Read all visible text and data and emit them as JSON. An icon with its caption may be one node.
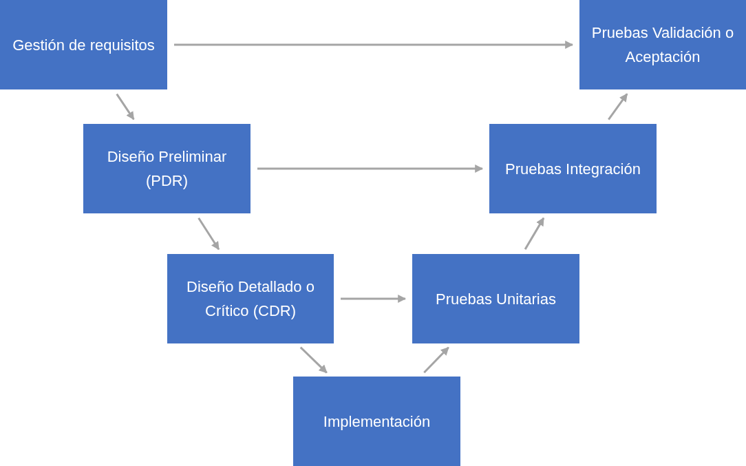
{
  "diagram": {
    "nodes": [
      {
        "text": [
          "Gestión de requisitos"
        ]
      },
      {
        "text": [
          "Pruebas Validación o Aceptación"
        ]
      },
      {
        "text": [
          "Diseño Preliminar (PDR)"
        ]
      },
      {
        "text": [
          "Pruebas Integración"
        ]
      },
      {
        "text": [
          "Diseño Detallado o Crítico (CDR)"
        ]
      },
      {
        "text": [
          "Pruebas Unitarias"
        ]
      },
      {
        "text": [
          "Implementación"
        ]
      }
    ],
    "edges": [
      {
        "from": 0,
        "to": 1,
        "arrow": "to"
      },
      {
        "from": 0,
        "to": 2,
        "arrow": "to"
      },
      {
        "from": 2,
        "to": 3,
        "arrow": "to"
      },
      {
        "from": 2,
        "to": 4,
        "arrow": "to"
      },
      {
        "from": 4,
        "to": 5,
        "arrow": "to"
      },
      {
        "from": 4,
        "to": 6,
        "arrow": "to"
      },
      {
        "from": 6,
        "to": 5,
        "arrow": "to"
      },
      {
        "from": 5,
        "to": 3,
        "arrow": "to"
      },
      {
        "from": 3,
        "to": 1,
        "arrow": "to"
      }
    ]
  }
}
